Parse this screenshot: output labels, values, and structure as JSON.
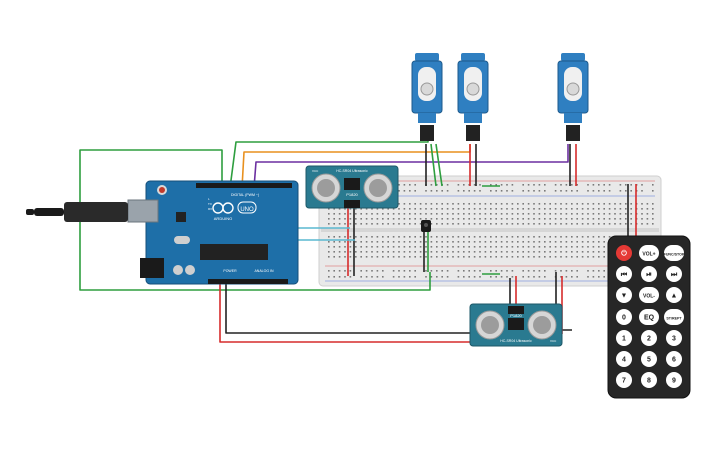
{
  "arduino": {
    "brand": "ARDUINO",
    "model": "UNO",
    "digital_label": "DIGITAL (PWM ~)",
    "power_label": "POWER",
    "analog_label": "ANALOG IN",
    "tx_label": "TX",
    "rx_label": "RX",
    "l_label": "L"
  },
  "sensor_top": {
    "name_label": "HC-SR04 Ultrasonic",
    "part_label": "P1820",
    "vcc_label": "VCC"
  },
  "sensor_bottom": {
    "name_label": "HC-SR04 Ultrasonic",
    "part_label": "P1820",
    "vcc_label": "VCC"
  },
  "remote": {
    "buttons": [
      {
        "label": "⏻",
        "kind": "power"
      },
      {
        "label": "VOL+",
        "kind": "oval"
      },
      {
        "label": "FUNC/STOP",
        "kind": "oval"
      },
      {
        "label": "⏮",
        "kind": "circle"
      },
      {
        "label": "⏯",
        "kind": "circle"
      },
      {
        "label": "⏭",
        "kind": "circle"
      },
      {
        "label": "▼",
        "kind": "circle"
      },
      {
        "label": "VOL-",
        "kind": "oval"
      },
      {
        "label": "▲",
        "kind": "circle"
      },
      {
        "label": "0",
        "kind": "circle"
      },
      {
        "label": "EQ",
        "kind": "oval"
      },
      {
        "label": "ST/REPT",
        "kind": "oval"
      },
      {
        "label": "1",
        "kind": "circle"
      },
      {
        "label": "2",
        "kind": "circle"
      },
      {
        "label": "3",
        "kind": "circle"
      },
      {
        "label": "4",
        "kind": "circle"
      },
      {
        "label": "5",
        "kind": "circle"
      },
      {
        "label": "6",
        "kind": "circle"
      },
      {
        "label": "7",
        "kind": "circle"
      },
      {
        "label": "8",
        "kind": "circle"
      },
      {
        "label": "9",
        "kind": "circle"
      }
    ]
  },
  "colors": {
    "wire_green": "#2e9e3f",
    "wire_red": "#d62b2b",
    "wire_black": "#222222",
    "wire_orange": "#e8901e",
    "wire_purple": "#6b2fa0",
    "wire_cyan": "#5ab8d0",
    "arduino_blue": "#1e6fa8",
    "servo_blue": "#2f7fc1",
    "sensor_teal": "#2a7a90",
    "breadboard": "#e9e9e9",
    "remote_body": "#262626"
  }
}
